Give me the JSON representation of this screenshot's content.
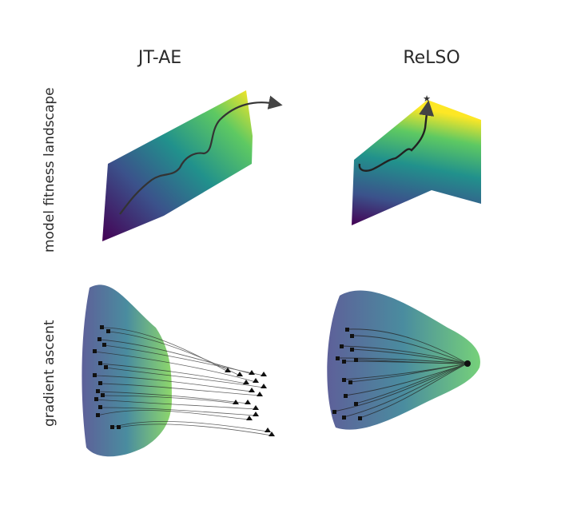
{
  "figure": {
    "columns": [
      {
        "title": "JT-AE"
      },
      {
        "title": "ReLSO"
      }
    ],
    "rows": [
      {
        "label": "model fitness landscape"
      },
      {
        "label": "gradient ascent"
      }
    ],
    "panels": {
      "jtae_landscape": {
        "description": "planar tilted surface with viridis coloring; wavy trajectory arrow exiting beyond the surface edge"
      },
      "relso_landscape": {
        "description": "peaked surface with viridis coloring; wavy trajectory ending at star marker on peak"
      },
      "jtae_gradient": {
        "description": "latent point cloud; trajectories start at squares, end at triangles scattered outside the cloud"
      },
      "relso_gradient": {
        "description": "latent point cloud; trajectories from squares converge to a single point on the right"
      }
    },
    "markers": {
      "start": "square",
      "end_jtae": "triangle",
      "end_relso": "convergence-point",
      "peak": "star"
    },
    "colormap": [
      "#440154",
      "#3b528b",
      "#21918c",
      "#5ec962",
      "#fde725"
    ]
  }
}
